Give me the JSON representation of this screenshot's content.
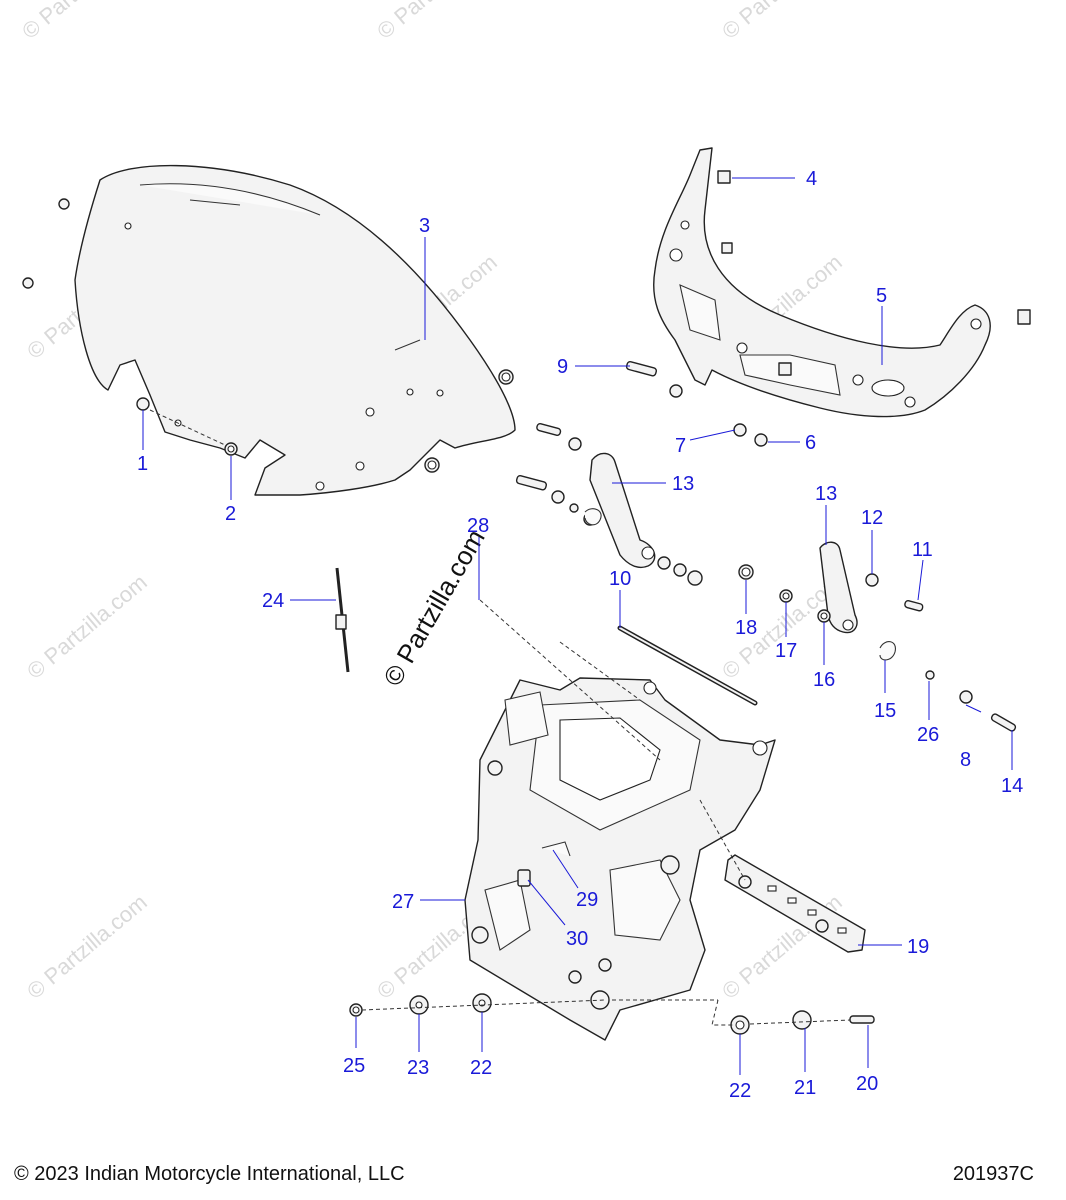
{
  "watermark": {
    "text": "© Partzilla.com"
  },
  "callouts": {
    "c1": "1",
    "c2": "2",
    "c3": "3",
    "c4": "4",
    "c5": "5",
    "c6": "6",
    "c7": "7",
    "c8": "8",
    "c9": "9",
    "c10": "10",
    "c11": "11",
    "c12": "12",
    "c13a": "13",
    "c13b": "13",
    "c14": "14",
    "c15": "15",
    "c16": "16",
    "c17": "17",
    "c18": "18",
    "c19": "19",
    "c20": "20",
    "c21": "21",
    "c22a": "22",
    "c22b": "22",
    "c23": "23",
    "c24": "24",
    "c25": "25",
    "c26": "26",
    "c27": "27",
    "c28": "28",
    "c29": "29",
    "c30": "30"
  },
  "footer": {
    "copyright": "© 2023 Indian Motorcycle International, LLC",
    "drawing_number": "201937C"
  }
}
